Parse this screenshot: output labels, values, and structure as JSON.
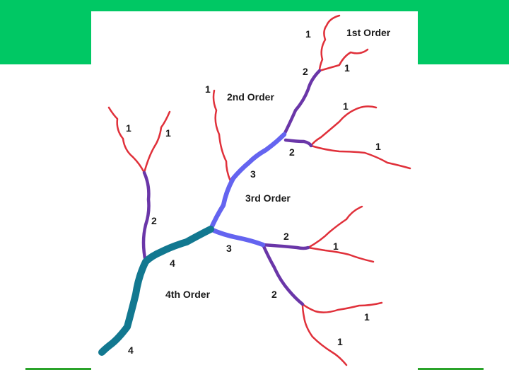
{
  "diagram": {
    "order_labels": {
      "first": "1st Order",
      "second": "2nd Order",
      "third": "3rd Order",
      "fourth": "4th Order"
    },
    "stream_numbers": {
      "n1a": "1",
      "n1b": "1",
      "n1c": "1",
      "n1d": "1",
      "n1e": "1",
      "n1f": "1",
      "n1g": "1",
      "n1h": "1",
      "n1i": "1",
      "n1j": "1",
      "n2a": "2",
      "n2b": "2",
      "n2c": "2",
      "n2d": "2",
      "n2e": "2",
      "n3a": "3",
      "n3b": "3",
      "n4a": "4",
      "n4b": "4"
    },
    "colors": {
      "first_order": "#e0303a",
      "second_order": "#6a36a8",
      "third_order": "#6464f0",
      "fourth_order": "#127890",
      "header_band": "#00c864",
      "footer_rule": "#2aa32a"
    }
  }
}
